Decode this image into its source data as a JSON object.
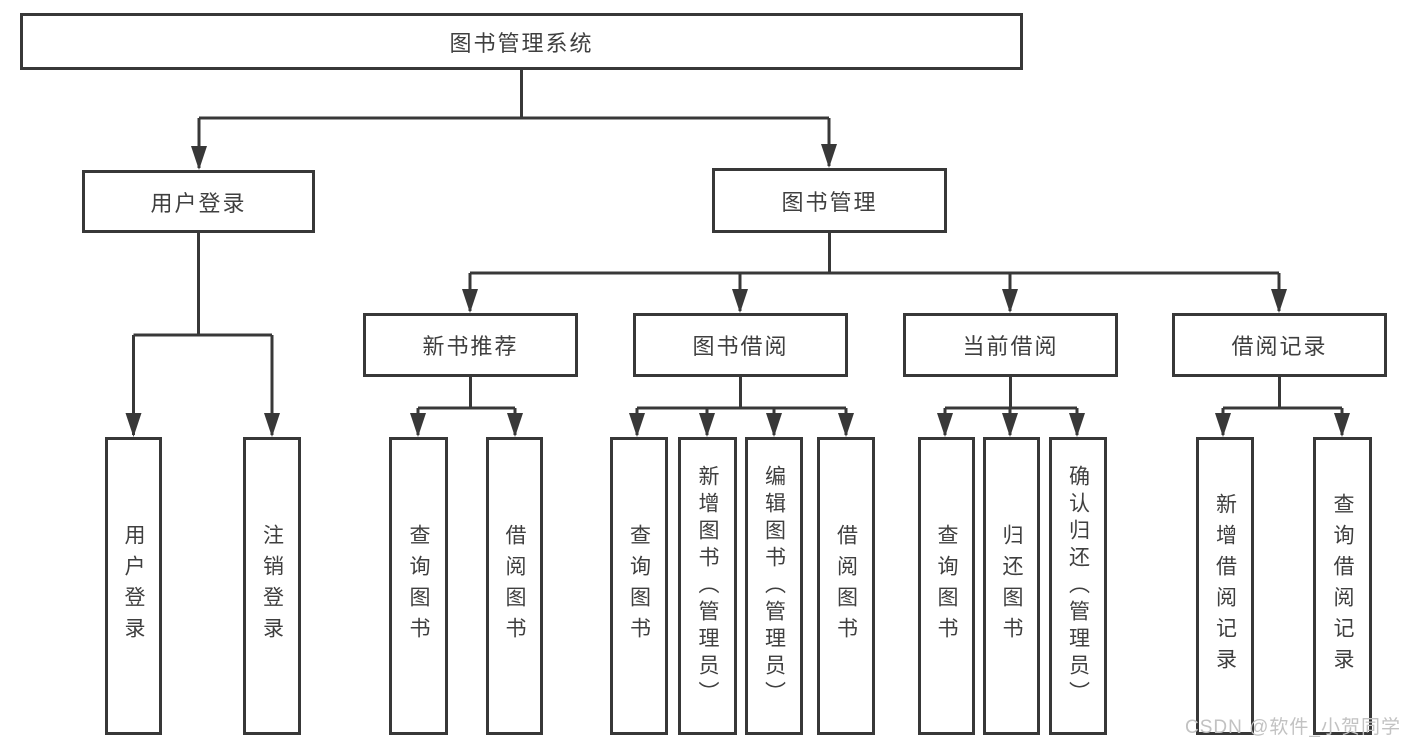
{
  "diagram": {
    "title": "图书管理系统",
    "colors": {
      "line": "#383838",
      "text": "#3f3f3f",
      "background": "#ffffff",
      "watermark": "#c2c2c2"
    },
    "watermark": "CSDN @软件_小贺同学",
    "nodes": {
      "root": {
        "label": "图书管理系统"
      },
      "user_login": {
        "label": "用户登录"
      },
      "book_management": {
        "label": "图书管理"
      },
      "new_book_recommend": {
        "label": "新书推荐"
      },
      "book_borrowing": {
        "label": "图书借阅"
      },
      "current_borrowing": {
        "label": "当前借阅"
      },
      "borrowing_records": {
        "label": "借阅记录"
      },
      "login_leaf": {
        "label": "用户登录"
      },
      "logout_leaf": {
        "label": "注销登录"
      },
      "rec_query_books": {
        "label": "查询图书"
      },
      "rec_borrow_books": {
        "label": "借阅图书"
      },
      "bb_query_books": {
        "label": "查询图书"
      },
      "bb_add_books": {
        "label": "新增图书（管理员）"
      },
      "bb_edit_books": {
        "label": "编辑图书（管理员）"
      },
      "bb_borrow_books": {
        "label": "借阅图书"
      },
      "cb_query_books": {
        "label": "查询图书"
      },
      "cb_return_books": {
        "label": "归还图书"
      },
      "cb_confirm_return": {
        "label": "确认归还（管理员）"
      },
      "br_add_record": {
        "label": "新增借阅记录"
      },
      "br_query_record": {
        "label": "查询借阅记录"
      }
    }
  }
}
